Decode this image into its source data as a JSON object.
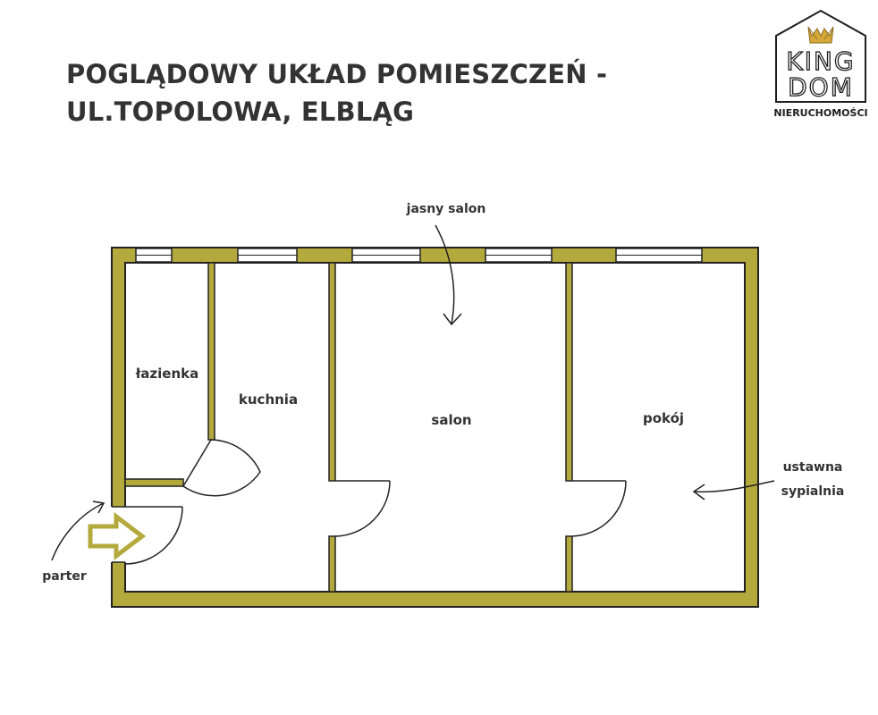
{
  "title": {
    "line1": "POGLĄDOWY UKŁAD POMIESZCZEŃ -",
    "line2": "UL.TOPOLOWA, ELBLĄG"
  },
  "logo": {
    "line1": "KING",
    "line2": "DOM",
    "tagline": "NIERUCHOMOŚCI",
    "icon": "crown-icon"
  },
  "rooms": {
    "bathroom": "łazienka",
    "kitchen": "kuchnia",
    "living_room": "salon",
    "room": "pokój"
  },
  "annotations": {
    "bright_living_room": "jasny salon",
    "bedroom_line1": "ustawna",
    "bedroom_line2": "sypialnia",
    "ground_floor": "parter"
  },
  "colors": {
    "wall": "#b4a93c",
    "outline": "#222222",
    "text": "#333333"
  }
}
